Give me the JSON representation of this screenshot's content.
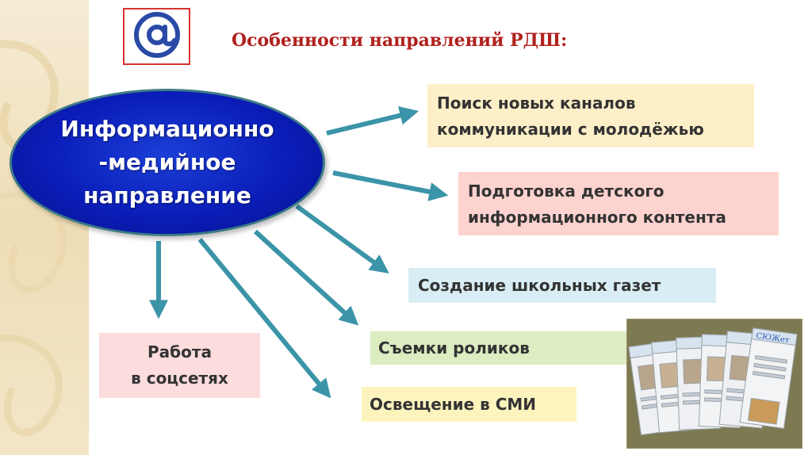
{
  "title": "Особенности направлений РДШ:",
  "logo": {
    "icon": "at-sign-icon",
    "glyph": "@",
    "color": "#2a4aa6",
    "border_color": "#d8332f"
  },
  "center": {
    "label": "Информационно\n-медийное\nнаправление",
    "fill": "#0a1db8"
  },
  "directions": [
    {
      "label": "Поиск новых каналов\nкоммуникации с молодёжью",
      "color": "#fdefc8"
    },
    {
      "label": "Подготовка детского\nинформационного контента",
      "color": "#fdd3cf"
    },
    {
      "label": "Создание школьных газет",
      "color": "#d9eef4"
    },
    {
      "label": "Съемки роликов",
      "color": "#dcedc2"
    },
    {
      "label": "Освещение в СМИ",
      "color": "#fdf4bd"
    },
    {
      "label": "Работа\nв соцсетях",
      "color": "#fcdcdc"
    }
  ],
  "arrow_color": "#3b94a8",
  "title_color": "#b0211d",
  "photo": {
    "subject": "newspapers-photo",
    "masthead": "СЮЖет"
  }
}
